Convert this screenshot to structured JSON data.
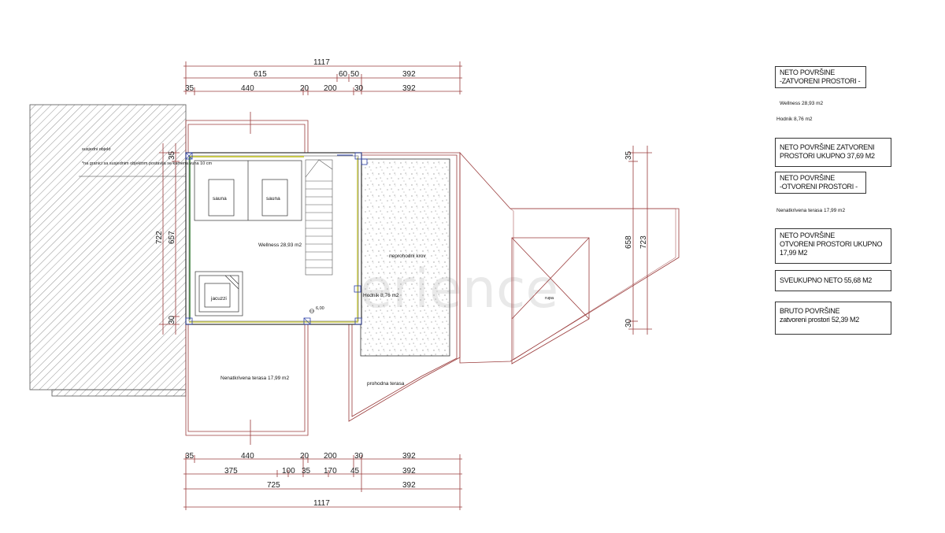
{
  "watermark": "Experience",
  "dimensions": {
    "top_total": "1117",
    "top_row2": [
      "615",
      "60",
      "50",
      "392"
    ],
    "top_row3": [
      "35",
      "440",
      "20",
      "200",
      "30",
      "392"
    ],
    "bottom_row1": [
      "35",
      "440",
      "20",
      "200",
      "30",
      "392"
    ],
    "bottom_row2": [
      "375",
      "100",
      "35",
      "170",
      "45",
      "392"
    ],
    "bottom_row3": [
      "725",
      "392"
    ],
    "bottom_total": "1117",
    "left_outer": "722",
    "left_inner": "657",
    "left_top": "35",
    "left_bottom": "30",
    "right_inner": "658",
    "right_outer": "723",
    "right_top": "35",
    "right_bottom": "30"
  },
  "plan_labels": {
    "neighbor_title": "susjedni objekt",
    "neighbor_note": "*na granici sa susjednim objektom postavlja se kamena vuna 10 cm",
    "sauna_1": "sauna",
    "sauna_2": "sauna",
    "wellness": "Wellness 28,93 m2",
    "jacuzzi": "jacuzzi",
    "level": "6,00",
    "hallway": "Hodnik 8,76 m2",
    "roof": "neprohodni krov",
    "hole": "rupa",
    "terrace_uncovered": "Nenatkrivena terasa  17,99 m2",
    "walkable_terrace": "prohodna terasa"
  },
  "legend": {
    "net_closed_title": "NETO POVRŠINE\n-ZATVORENI PROSTORI -",
    "wellness_line": "Wellness 28,93 m2",
    "hallway_line": "Hodnik 8,76 m2",
    "net_closed_total": "NETO POVRŠINE ZATVORENI\nPROSTORI UKUPNO 37,69  M2",
    "net_open_title": "NETO POVRŠINE\n-OTVORENI PROSTORI -",
    "terrace_line": "Nenatkrivena terasa  17,99 m2",
    "net_open_total": "NETO POVRŠINE\nOTVORENI PROSTORI UKUPNO\n17,99   M2",
    "net_grand_total": "SVEUKUPNO NETO  55,68  M2",
    "gross": "BRUTO POVRŠINE\nzatvoreni prostori  52,39 M2"
  },
  "colors": {
    "line": "#9a3b3b",
    "wall": "#333333",
    "insulation": "#c8c84a",
    "blue": "#2b3fa8"
  }
}
